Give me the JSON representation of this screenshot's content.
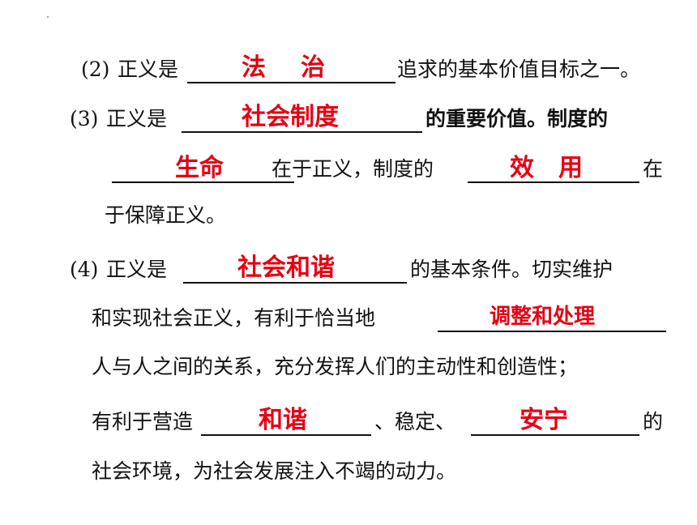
{
  "item2": {
    "num": "(2)",
    "pre": "正义是",
    "ans1": "法",
    "ans2": "治",
    "post": "追求的基本价值目标之一。"
  },
  "item3": {
    "num": "(3)",
    "pre": "正义是",
    "ans1": "社会制度",
    "post": "的重要价值。制度的",
    "ans2": "生命",
    "mid": "在于正义，制度的",
    "ans3": "效　用",
    "post2": "在",
    "line3": "于保障正义。"
  },
  "item4": {
    "num": "(4)",
    "pre": "正义是",
    "ans1": "社会和谐",
    "post": "的基本条件。切实维护",
    "line2": "和实现社会正义，有利于恰当地",
    "ans2": "调整和处理",
    "line3": "人与人之间的关系，充分发挥人们的主动性和创造性；",
    "line4pre": "有利于营造",
    "ans3": "和谐",
    "mid": "、稳定、",
    "ans4": "安宁",
    "post4": "的",
    "line5": "社会环境，为社会发展注入不竭的动力。"
  }
}
